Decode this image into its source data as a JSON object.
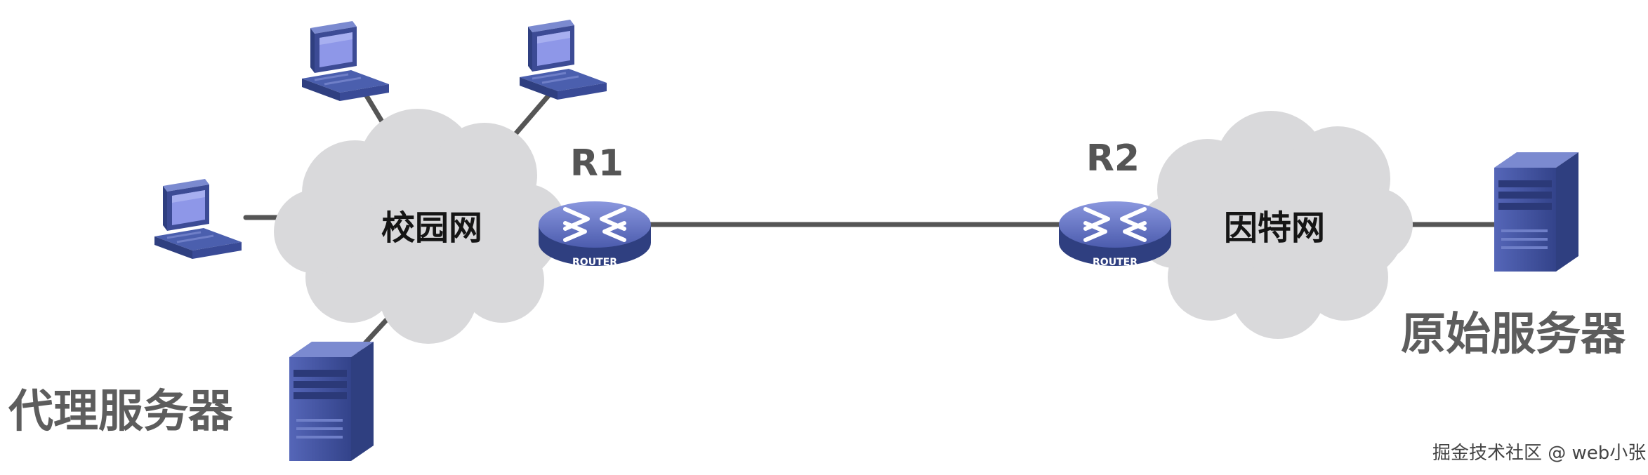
{
  "diagram": {
    "networks": {
      "campus": "校园网",
      "internet": "因特网"
    },
    "routers": {
      "r1": {
        "name": "R1",
        "badge": "ROUTER"
      },
      "r2": {
        "name": "R2",
        "badge": "ROUTER"
      }
    },
    "servers": {
      "proxy": "代理服务器",
      "origin": "原始服务器"
    }
  },
  "watermark": "掘金技术社区 @ web小张",
  "colors": {
    "cloud": "#d9d9db",
    "link": "#555555",
    "device_dark": "#2f3f80",
    "device_mid": "#4b5fae",
    "device_light": "#7b8ad0",
    "screen": "#8e97e8"
  }
}
